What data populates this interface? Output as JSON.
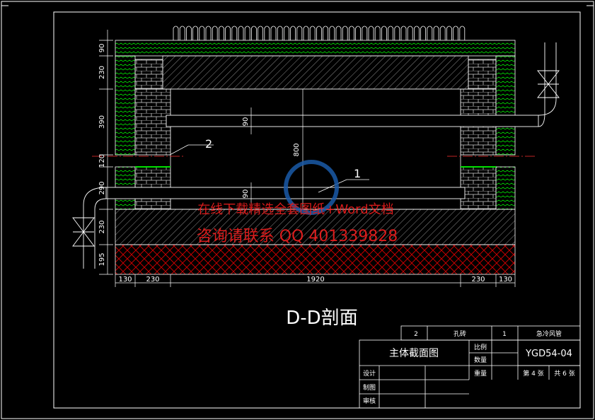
{
  "section_title": "D-D剖面",
  "callouts": {
    "label_1": "1",
    "label_2": "2"
  },
  "dimensions": {
    "left_vertical": [
      "90",
      "230",
      "390",
      "120",
      "290",
      "230",
      "195"
    ],
    "inner_90_upper": "90",
    "inner_90_lower": "90",
    "height_800": "800",
    "bottom": [
      "130",
      "230",
      "1920",
      "230",
      "130"
    ]
  },
  "watermark": {
    "line1": "在线下载精选全套图纸+Word文档",
    "line2": "咨询请联系  QQ 401339828"
  },
  "title_block": {
    "parts_row": {
      "no_a": "2",
      "name_a": "孔砖",
      "no_b": "1",
      "name_b": "急冷风管"
    },
    "drawing_name": "主体截面图",
    "scale_label": "比例",
    "quantity_label": "数量",
    "weight_label": "重量",
    "drawing_no": "YGD54-04",
    "sheet": "第 4 张",
    "total": "共 6 张",
    "design_label": "设计",
    "draw_label": "制图",
    "review_label": "审核"
  },
  "colors": {
    "background": "#000000",
    "outline": "#ffffff",
    "hatch_white": "#ffffff",
    "hatch_green": "#00e000",
    "hatch_red": "#e00000",
    "centerline": "#ff3030",
    "watermark_red": "#ff2020",
    "watermark_blue": "#1a5aa8"
  }
}
